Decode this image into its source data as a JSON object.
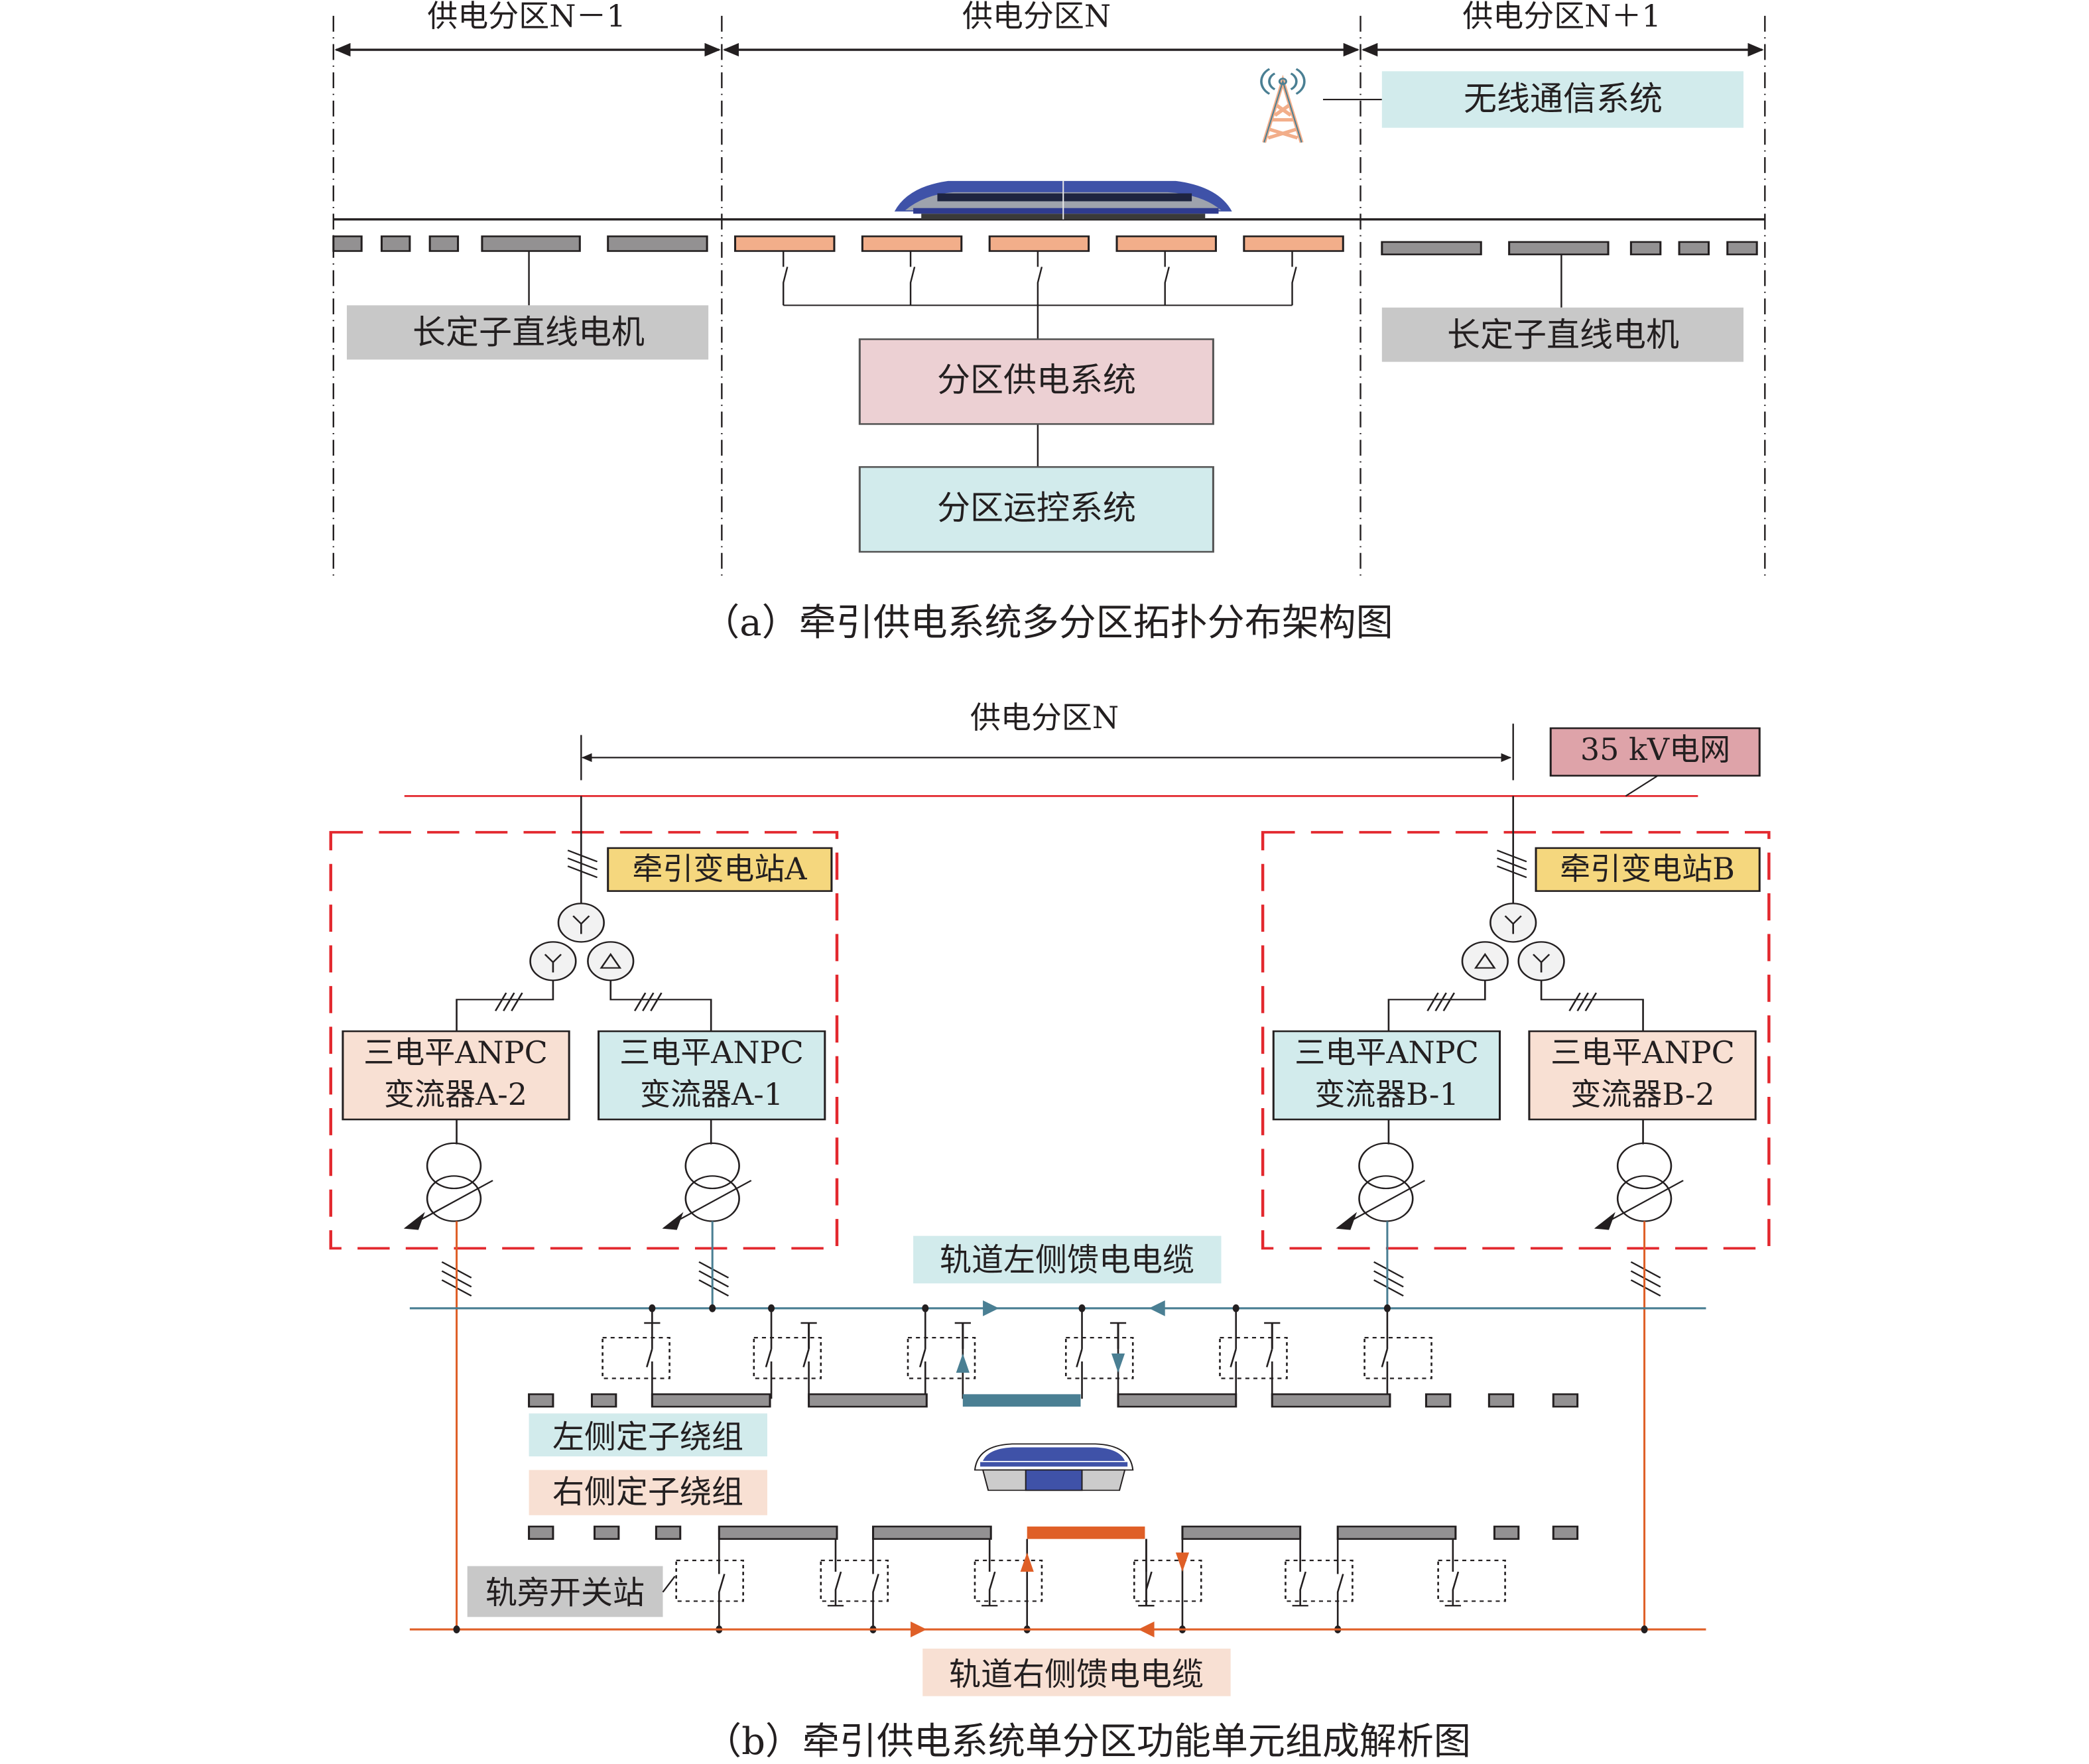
{
  "colors": {
    "line": "#231f20",
    "stator_gray": "#939192",
    "stator_active_a": "#f2ae8a",
    "label_gray": "#c8c8c8",
    "supply_pink": "#ecd0d3",
    "control_cyan": "#d2ebec",
    "grid_red": "#e3282e",
    "grid_label": "#dea3a9",
    "substation_yellow": "#f5d77e",
    "converter_peach": "#f8e0d3",
    "converter_cyan": "#d2ebec",
    "left_cable": "#4a7f93",
    "right_cable": "#df5f27",
    "tower_outline": "#4a7f93",
    "tower_fill": "#f2ae8a",
    "train_blue": "#3f52a8"
  },
  "part_a": {
    "zones": [
      {
        "label": "供电分区N－1"
      },
      {
        "label": "供电分区N"
      },
      {
        "label": "供电分区N＋1"
      }
    ],
    "wireless_label": "无线通信系统",
    "motor_left_label": "长定子直线电机",
    "motor_right_label": "长定子直线电机",
    "supply_label": "分区供电系统",
    "control_label": "分区运控系统",
    "caption": "（a）牵引供电系统多分区拓扑分布架构图"
  },
  "part_b": {
    "zone_label": "供电分区N",
    "grid_label": "35 kV电网",
    "substation_a": "牵引变电站A",
    "substation_b": "牵引变电站B",
    "converter_a2": [
      "三电平ANPC",
      "变流器A-2"
    ],
    "converter_a1": [
      "三电平ANPC",
      "变流器A-1"
    ],
    "converter_b1": [
      "三电平ANPC",
      "变流器B-1"
    ],
    "converter_b2": [
      "三电平ANPC",
      "变流器B-2"
    ],
    "left_cable_label": "轨道左侧馈电电缆",
    "right_cable_label": "轨道右侧馈电电缆",
    "left_winding_label": "左侧定子绕组",
    "right_winding_label": "右侧定子绕组",
    "switch_station_label": "轨旁开关站",
    "caption": "（b）牵引供电系统单分区功能单元组成解析图"
  }
}
